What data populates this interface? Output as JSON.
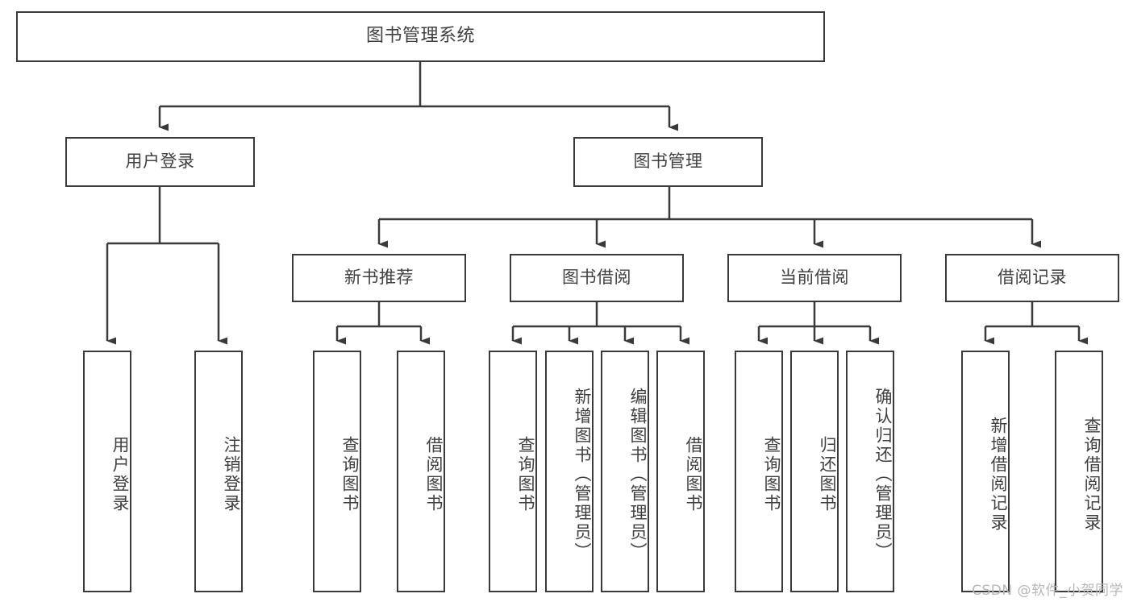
{
  "diagram": {
    "title": "图书管理系统",
    "type": "tree-hierarchy",
    "root": {
      "label": "图书管理系统"
    },
    "level1": [
      {
        "label": "用户登录"
      },
      {
        "label": "图书管理"
      }
    ],
    "level2": [
      {
        "label": "新书推荐"
      },
      {
        "label": "图书借阅"
      },
      {
        "label": "当前借阅"
      },
      {
        "label": "借阅记录"
      }
    ],
    "leaves": {
      "user_login": [
        {
          "label": "用户登录"
        },
        {
          "label": "注销登录"
        }
      ],
      "new_book_recommend": [
        {
          "label": "查询图书"
        },
        {
          "label": "借阅图书"
        }
      ],
      "book_borrow": [
        {
          "label": "查询图书"
        },
        {
          "label": "新增图书（管理员）"
        },
        {
          "label": "编辑图书（管理员）"
        },
        {
          "label": "借阅图书"
        }
      ],
      "current_borrow": [
        {
          "label": "查询图书"
        },
        {
          "label": "归还图书"
        },
        {
          "label": "确认归还（管理员）"
        }
      ],
      "borrow_record": [
        {
          "label": "新增借阅记录"
        },
        {
          "label": "查询借阅记录"
        }
      ]
    }
  },
  "watermark": {
    "text": "CSDN @软件_小贺同学"
  },
  "colors": {
    "border": "#3a3a3a",
    "text": "#404040",
    "background": "#ffffff",
    "watermark": "#b8b8b8"
  }
}
